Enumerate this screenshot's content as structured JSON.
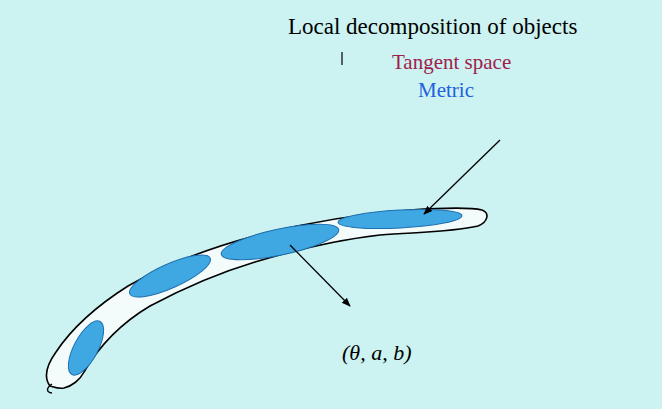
{
  "diagram": {
    "title": "Local decomposition of objects",
    "labels": [
      "Tangent space",
      "Metric",
      "(θ, a, b)"
    ]
  }
}
